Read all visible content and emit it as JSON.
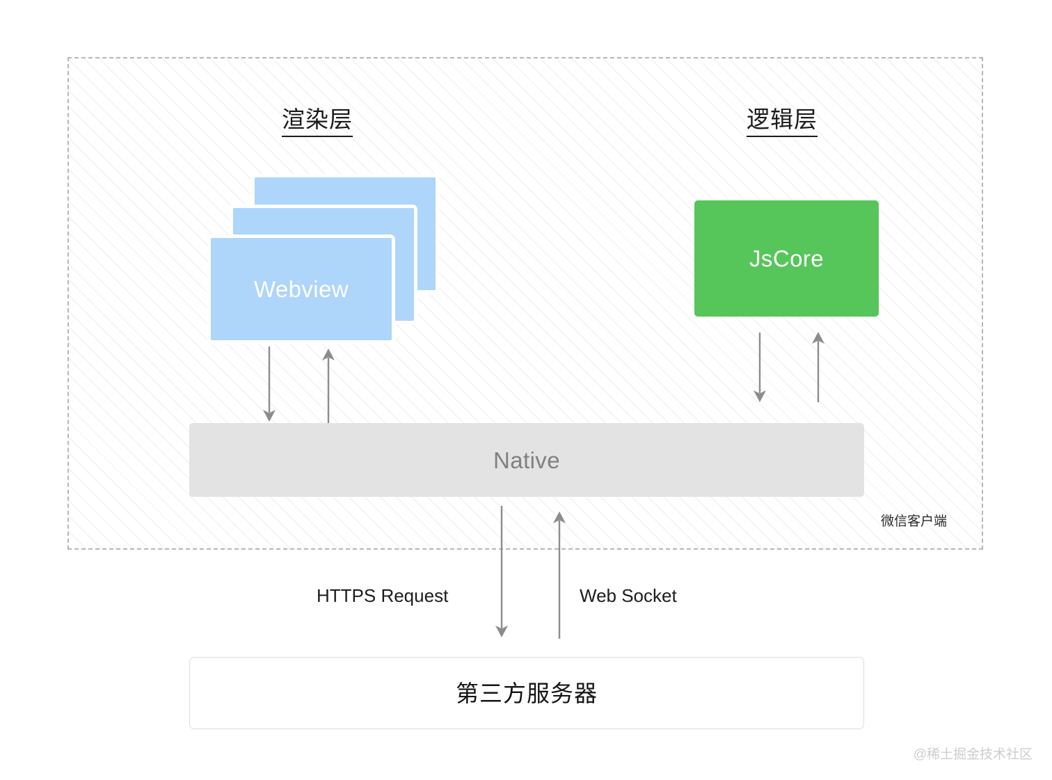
{
  "diagram": {
    "container": {
      "caption": "微信客户端"
    },
    "titles": {
      "render_layer": "渲染层",
      "logic_layer": "逻辑层"
    },
    "nodes": {
      "webview": "Webview",
      "jscore": "JsCore",
      "native": "Native",
      "server": "第三方服务器"
    },
    "edge_labels": {
      "https": "HTTPS Request",
      "websocket": "Web Socket"
    },
    "watermark": "@稀土掘金技术社区",
    "colors": {
      "webview_fill": "#aed5fa",
      "jscore_fill": "#56c65a",
      "native_fill": "#e3e3e3",
      "server_fill": "#ffffff",
      "arrow_stroke": "#8c8c8c",
      "container_border": "#b6b6b6",
      "watermark_text": "#cdcdcd"
    }
  }
}
